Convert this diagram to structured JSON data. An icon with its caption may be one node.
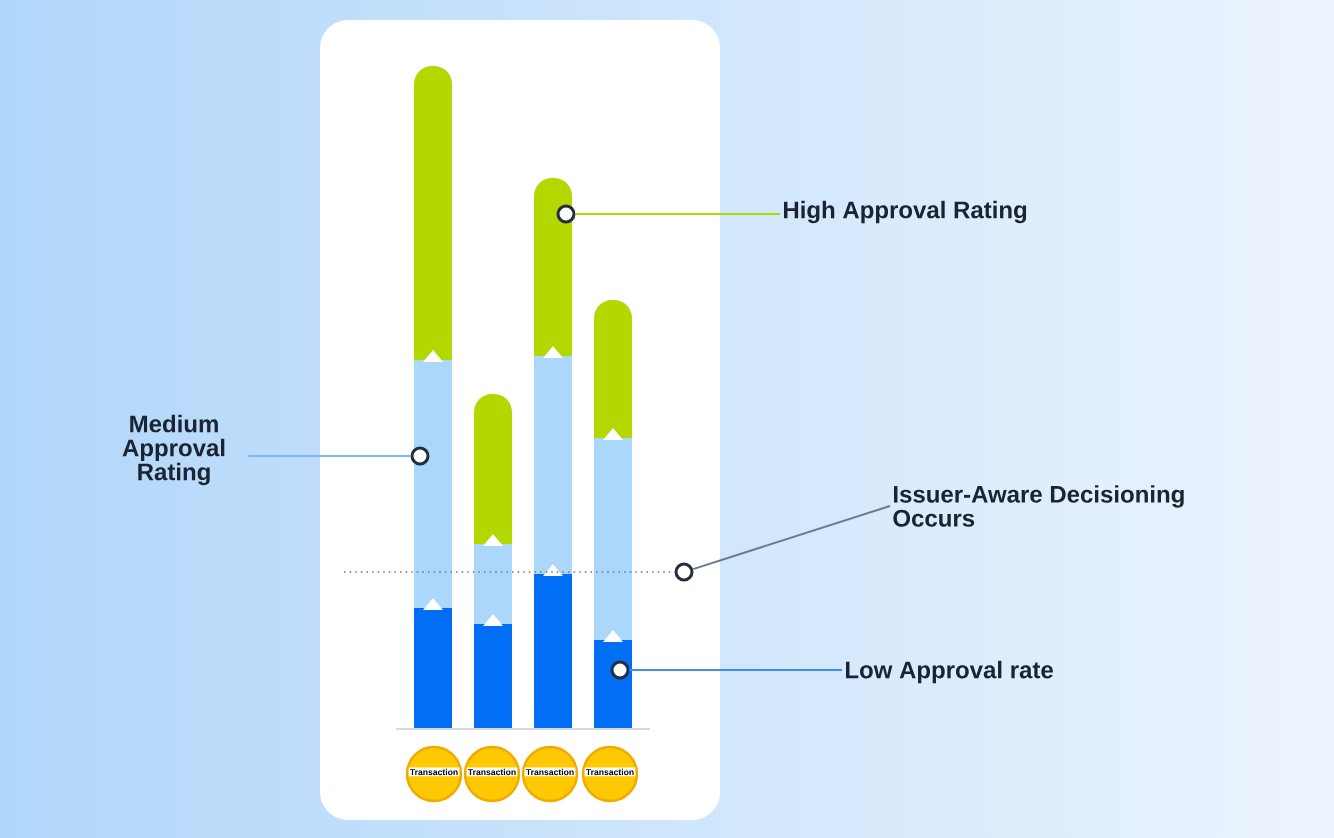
{
  "diagram": {
    "nodes": [
      {
        "text": [
          "Medium Approval Rating"
        ]
      },
      {
        "text": [],
        "shape": "circle"
      },
      {
        "text": [
          "High Approval Rating"
        ]
      },
      {
        "text": [],
        "shape": "circle"
      },
      {
        "text": [
          "Issuer-Aware Decisioning Occurs"
        ]
      },
      {
        "text": [],
        "shape": "circle"
      },
      {
        "text": [
          "Low Approval rate"
        ]
      },
      {
        "text": [],
        "shape": "circle"
      },
      {
        "text": [
          "Transaction"
        ]
      },
      {
        "text": [
          "Transaction"
        ]
      },
      {
        "text": [
          "Transaction"
        ]
      },
      {
        "text": [
          "Transaction"
        ]
      }
    ],
    "edges": [
      {
        "from": 0,
        "to": 1,
        "arrow": "none",
        "color": "#7ab8f5"
      },
      {
        "from": 2,
        "to": 3,
        "arrow": "none",
        "color": "#b3d800"
      },
      {
        "from": 4,
        "to": 5,
        "arrow": "none",
        "color": "#6b7a8c"
      },
      {
        "from": 6,
        "to": 7,
        "arrow": "none",
        "color": "#3d8ef0"
      }
    ]
  }
}
